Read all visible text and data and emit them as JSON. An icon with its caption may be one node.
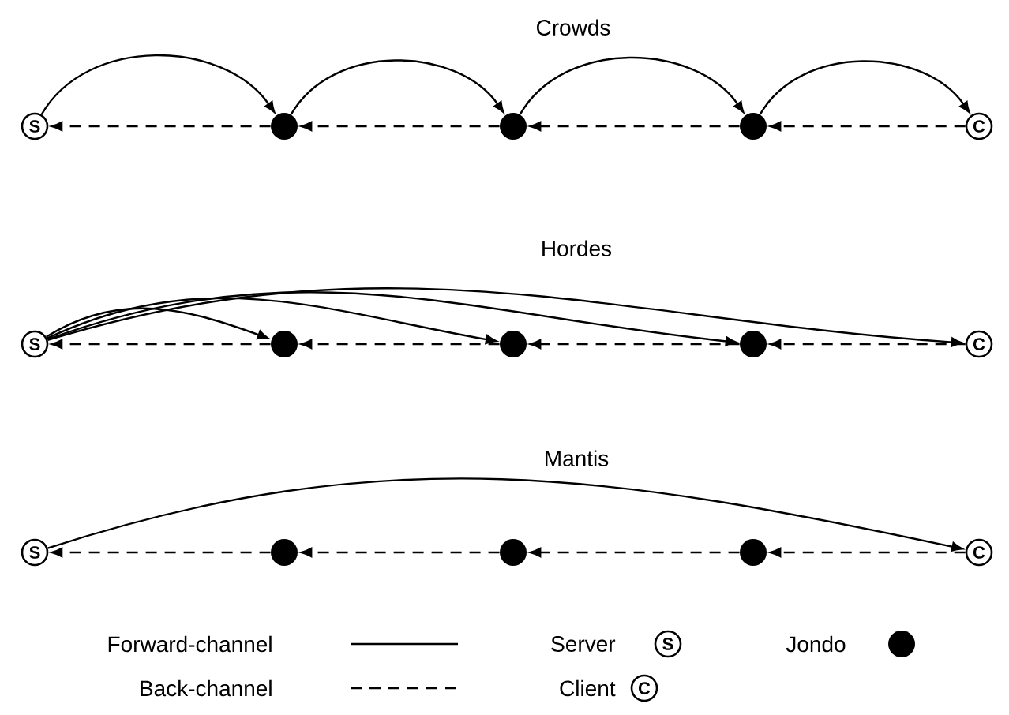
{
  "diagram": {
    "nodes": [
      {
        "text": [
          "S"
        ]
      },
      {
        "text": [],
        "shape": "circle"
      },
      {
        "text": [],
        "shape": "circle"
      },
      {
        "text": [],
        "shape": "circle"
      },
      {
        "text": [
          "C"
        ]
      },
      {
        "text": [
          "S"
        ]
      },
      {
        "text": [],
        "shape": "circle"
      },
      {
        "text": [],
        "shape": "circle"
      },
      {
        "text": [],
        "shape": "circle"
      },
      {
        "text": [
          "C"
        ]
      },
      {
        "text": [
          "S"
        ]
      },
      {
        "text": [],
        "shape": "circle"
      },
      {
        "text": [],
        "shape": "circle"
      },
      {
        "text": [],
        "shape": "circle"
      },
      {
        "text": [
          "C"
        ]
      }
    ],
    "edges": [
      {
        "from": 0,
        "to": 1,
        "arrow": "to"
      },
      {
        "from": 1,
        "to": 2,
        "arrow": "to"
      },
      {
        "from": 2,
        "to": 3,
        "arrow": "to"
      },
      {
        "from": 3,
        "to": 4,
        "arrow": "to"
      },
      {
        "from": 4,
        "to": 3,
        "arrow": "to",
        "style": "dashed"
      },
      {
        "from": 3,
        "to": 2,
        "arrow": "to",
        "style": "dashed"
      },
      {
        "from": 2,
        "to": 1,
        "arrow": "to",
        "style": "dashed"
      },
      {
        "from": 1,
        "to": 0,
        "arrow": "to",
        "style": "dashed"
      },
      {
        "from": 5,
        "to": 6,
        "arrow": "to"
      },
      {
        "from": 5,
        "to": 7,
        "arrow": "to"
      },
      {
        "from": 5,
        "to": 8,
        "arrow": "to"
      },
      {
        "from": 5,
        "to": 9,
        "arrow": "to"
      },
      {
        "from": 9,
        "to": 8,
        "arrow": "to",
        "style": "dashed"
      },
      {
        "from": 8,
        "to": 7,
        "arrow": "to",
        "style": "dashed"
      },
      {
        "from": 7,
        "to": 6,
        "arrow": "to",
        "style": "dashed"
      },
      {
        "from": 6,
        "to": 5,
        "arrow": "to",
        "style": "dashed"
      },
      {
        "from": 10,
        "to": 14,
        "arrow": "to"
      },
      {
        "from": 14,
        "to": 13,
        "arrow": "to",
        "style": "dashed"
      },
      {
        "from": 13,
        "to": 12,
        "arrow": "to",
        "style": "dashed"
      },
      {
        "from": 12,
        "to": 11,
        "arrow": "to",
        "style": "dashed"
      },
      {
        "from": 11,
        "to": 10,
        "arrow": "to",
        "style": "dashed"
      }
    ],
    "labels": [
      "Crowds",
      "Hordes",
      "Mantis",
      "S",
      "C"
    ],
    "legend": [
      {
        "text": "Forward-channel"
      },
      {
        "text": "Server"
      },
      {
        "text": "Jondo"
      },
      {
        "text": "Back-channel"
      },
      {
        "text": "Client"
      }
    ]
  }
}
